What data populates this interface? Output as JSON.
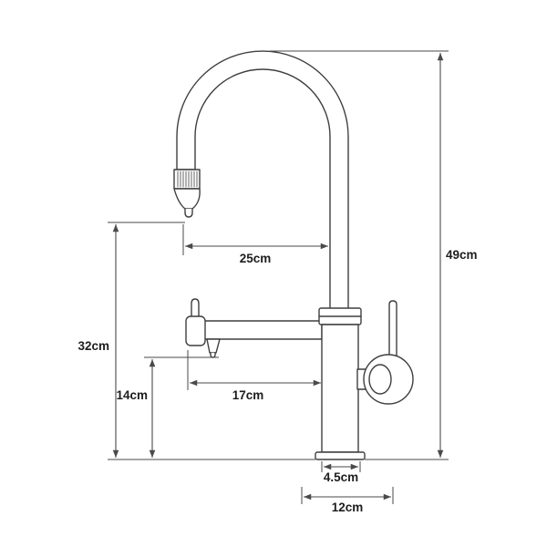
{
  "diagram": {
    "line_color": "#3f3f3f",
    "dimension_line_color": "#4a4a4a",
    "label_color": "#1d1d1d",
    "background_color": "#ffffff",
    "dimensions": {
      "spout_reach": {
        "label": "25cm",
        "orientation": "horizontal"
      },
      "overall_height": {
        "label": "49cm",
        "orientation": "vertical"
      },
      "spout_outlet_height": {
        "label": "32cm",
        "orientation": "vertical"
      },
      "filter_spout_reach": {
        "label": "17cm",
        "orientation": "horizontal"
      },
      "filter_outlet_height": {
        "label": "14cm",
        "orientation": "vertical"
      },
      "body_diameter": {
        "label": "4.5cm",
        "orientation": "horizontal"
      },
      "base_width": {
        "label": "12cm",
        "orientation": "horizontal"
      }
    }
  }
}
